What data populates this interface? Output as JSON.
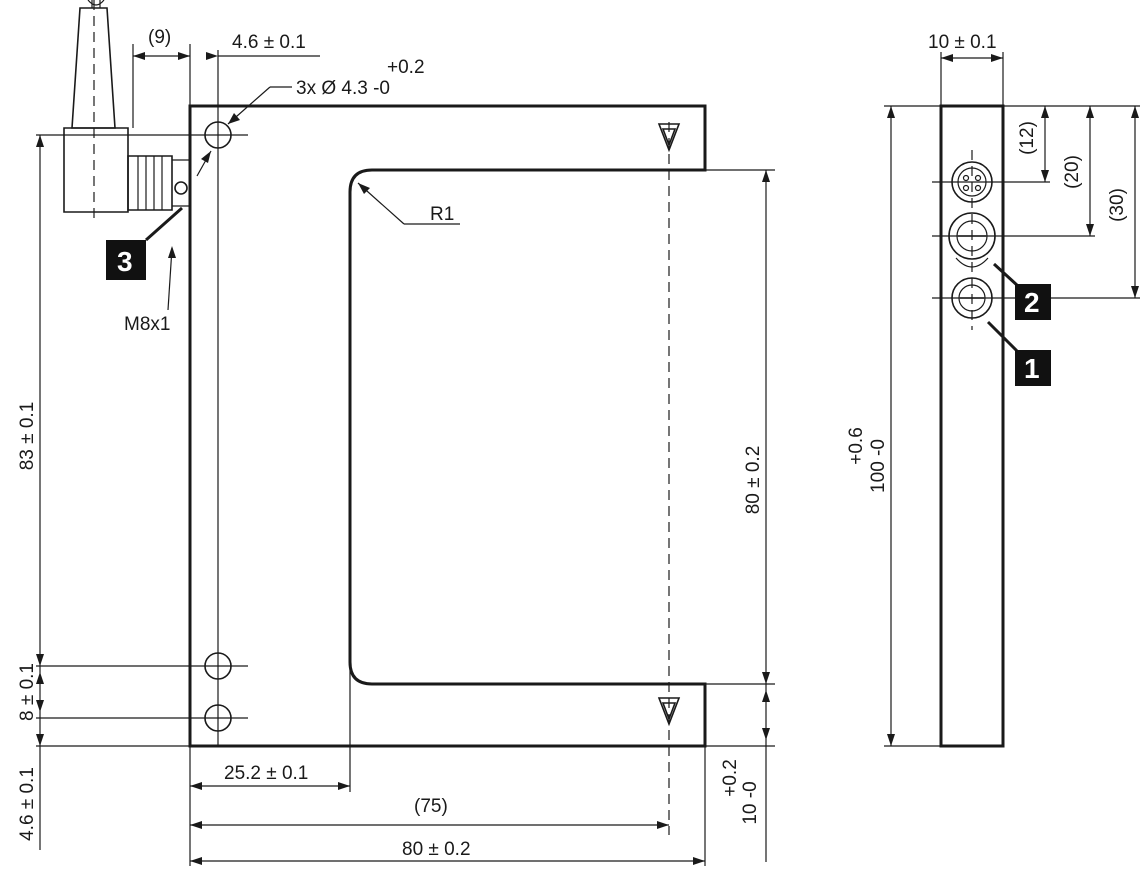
{
  "colors": {
    "line": "#1a1a1a",
    "callout_bg": "#111111",
    "callout_fg": "#ffffff",
    "background": "#ffffff"
  },
  "front_view": {
    "dims": {
      "cable_offset": "(9)",
      "hole_edge_offset": "4.6 ± 0.1",
      "hole_spec_tolerance": "+0.2",
      "hole_spec": "3x Ø 4.3 -0",
      "radius": "R1",
      "connector_thread": "M8x1",
      "height_83": "83 ± 0.1",
      "slot_depth": "80 ± 0.2",
      "hole_pitch": "8 ± 0.1",
      "bottom_offset": "4.6 ± 0.1",
      "inner_offset": "25.2 ± 0.1",
      "optical_axis": "(75)",
      "total_width": "80 ± 0.2",
      "arm_tol_plus": "+0.2",
      "arm_tol_value": "10 -0"
    },
    "callouts": {
      "connector": "3"
    }
  },
  "side_view": {
    "dims": {
      "width": "10 ± 0.1",
      "dist_12": "(12)",
      "dist_20": "(20)",
      "dist_30": "(30)",
      "height_tol_plus": "+0.6",
      "height_value": "100 -0"
    },
    "callouts": {
      "item_2": "2",
      "item_1": "1"
    }
  }
}
